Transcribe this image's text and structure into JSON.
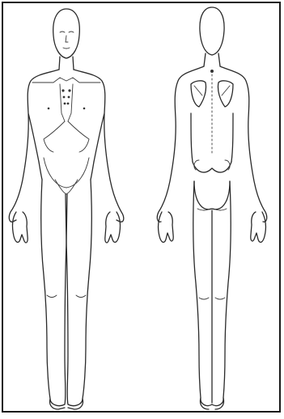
{
  "figure": {
    "views": [
      {
        "name": "front",
        "icon": "body-front-outline"
      },
      {
        "name": "back",
        "icon": "body-back-outline"
      }
    ],
    "colors": {
      "line": "#2a2a2a",
      "background": "#ffffff",
      "border": "#1a1a1a"
    }
  }
}
